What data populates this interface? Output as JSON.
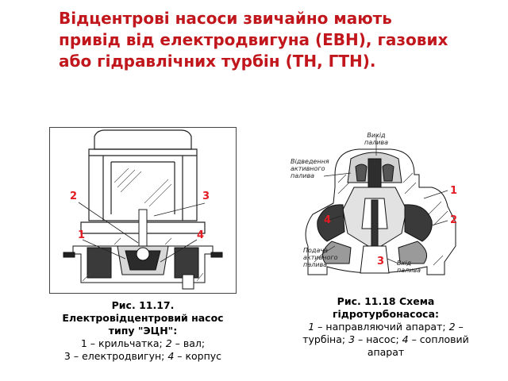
{
  "slide": {
    "title": "Відцентрові насоси звичайно мають привід від електродвигуна (ЕВН), газових або гідравлічних турбін (ТН, ГТН)."
  },
  "figure1": {
    "callouts": [
      "2",
      "3",
      "1",
      "4"
    ],
    "caption": {
      "heading": "Рис. 11.17. Електровідцентровий насос типу \"ЭЦН\":",
      "legend": [
        {
          "num": "1",
          "text": "крильчатка; "
        },
        {
          "num": "2",
          "text": "вал;"
        },
        {
          "num": "3",
          "text": "електродвигун; "
        },
        {
          "num": "4",
          "text": "корпус"
        }
      ]
    }
  },
  "figure2": {
    "labels": {
      "outlet": "Вихід палива",
      "active_out": "Відведення активного палива",
      "active_in": "Подача активного палива",
      "inlet": "Вхід палива"
    },
    "callouts": [
      "1",
      "2",
      "4",
      "3"
    ],
    "caption": {
      "heading": "Рис. 11.18 Схема гідротурбонасоса:",
      "legend": [
        {
          "num": "1",
          "text": "направляючий апарат; "
        },
        {
          "num": "2",
          "text": "турбіна; "
        },
        {
          "num": "3",
          "text": "насос; "
        },
        {
          "num": "4",
          "text": "сопловий апарат"
        }
      ]
    }
  },
  "colors": {
    "title": "#c0161c",
    "callout": "#e31b23"
  }
}
